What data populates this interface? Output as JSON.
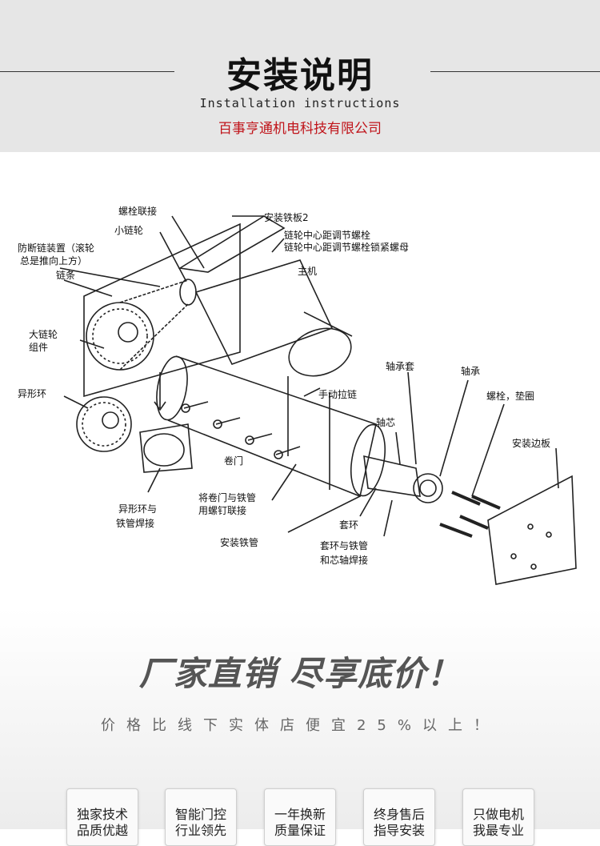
{
  "header": {
    "title": "安装说明",
    "subtitle": "Installation instructions",
    "company": "百事亨通机电科技有限公司"
  },
  "diagram": {
    "labels": {
      "bolt_link": "螺栓联接",
      "mount_plate_2": "安装铁板2",
      "small_sprocket": "小链轮",
      "center_adjust_bolt": "链轮中心距调节螺栓",
      "center_adjust_nut": "链轮中心距调节螺栓锁紧螺母",
      "anti_break_1": "防断链装置（滚轮",
      "anti_break_2": "总是推向上方）",
      "chain": "链条",
      "main_motor": "主机",
      "big_sprocket_1": "大链轮",
      "big_sprocket_2": "组件",
      "special_ring": "异形环",
      "manual_chain": "手动拉链",
      "bearing_sleeve": "轴承套",
      "bearing": "轴承",
      "bolt_washer": "螺栓，垫圈",
      "shaft_core": "轴芯",
      "mount_side_plate": "安装边板",
      "rolling_door": "卷门",
      "door_tube_1": "将卷门与铁管",
      "door_tube_2": "用螺钉联接",
      "ring_weld_1": "异形环与",
      "ring_weld_2": "铁管焊接",
      "sleeve_ring": "套环",
      "mount_tube": "安装铁管",
      "sleeve_weld_1": "套环与铁管",
      "sleeve_weld_2": "和芯轴焊接"
    }
  },
  "promo": {
    "slogan": "厂家直销  尽享底价！",
    "price_note": "价格比线下实体店便宜25%以上！"
  },
  "badges": [
    {
      "line1": "独家技术",
      "line2": "品质优越"
    },
    {
      "line1": "智能门控",
      "line2": "行业领先"
    },
    {
      "line1": "一年换新",
      "line2": "质量保证"
    },
    {
      "line1": "终身售后",
      "line2": "指导安装"
    },
    {
      "line1": "只做电机",
      "line2": "我最专业"
    }
  ]
}
